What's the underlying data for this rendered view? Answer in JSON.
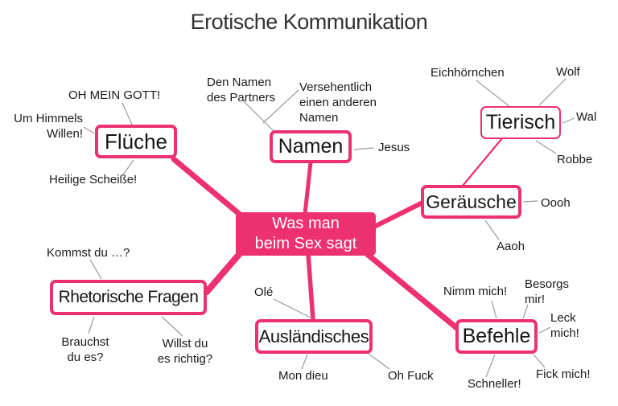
{
  "title": "Erotische Kommunikation",
  "colors": {
    "accent_pink": "#ED3070",
    "node_fill": "#ffffff",
    "central_text": "#ffffff",
    "text_dark": "#1c1c1c",
    "connector_gray": "#9a9a9a"
  },
  "central": {
    "label": "Was man\nbeim Sex sagt"
  },
  "nodes": {
    "flueche": {
      "label": "Flüche",
      "children": {
        "oh_mein_gott": "OH MEIN GOTT!",
        "um_himmels": "Um Himmels\nWillen!",
        "heilige": "Heilige Scheiße!"
      }
    },
    "namen": {
      "label": "Namen",
      "children": {
        "den_namen": "Den Namen\ndes Partners",
        "versehentlich": "Versehentlich\neinen anderen\nNamen",
        "jesus": "Jesus"
      }
    },
    "tierisch": {
      "label": "Tierisch",
      "children": {
        "eichhoernchen": "Eichhörnchen",
        "wolf": "Wolf",
        "wal": "Wal",
        "robbe": "Robbe"
      }
    },
    "geraeusche": {
      "label": "Geräusche",
      "children": {
        "oooh": "Oooh",
        "aaoh": "Aaoh"
      }
    },
    "rhetorische_fragen": {
      "label": "Rhetorische Fragen",
      "children": {
        "kommst": "Kommst du …?",
        "brauchst": "Brauchst\ndu es?",
        "willst": "Willst du\nes richtig?"
      }
    },
    "auslaendisches": {
      "label": "Ausländisches",
      "children": {
        "ole": "Olé",
        "mon_dieu": "Mon dieu",
        "oh_fuck": "Oh Fuck"
      }
    },
    "befehle": {
      "label": "Befehle",
      "children": {
        "nimm": "Nimm mich!",
        "besorgs": "Besorgs\nmir!",
        "leck": "Leck\nmich!",
        "fick": "Fick mich!",
        "schneller": "Schneller!"
      }
    }
  }
}
